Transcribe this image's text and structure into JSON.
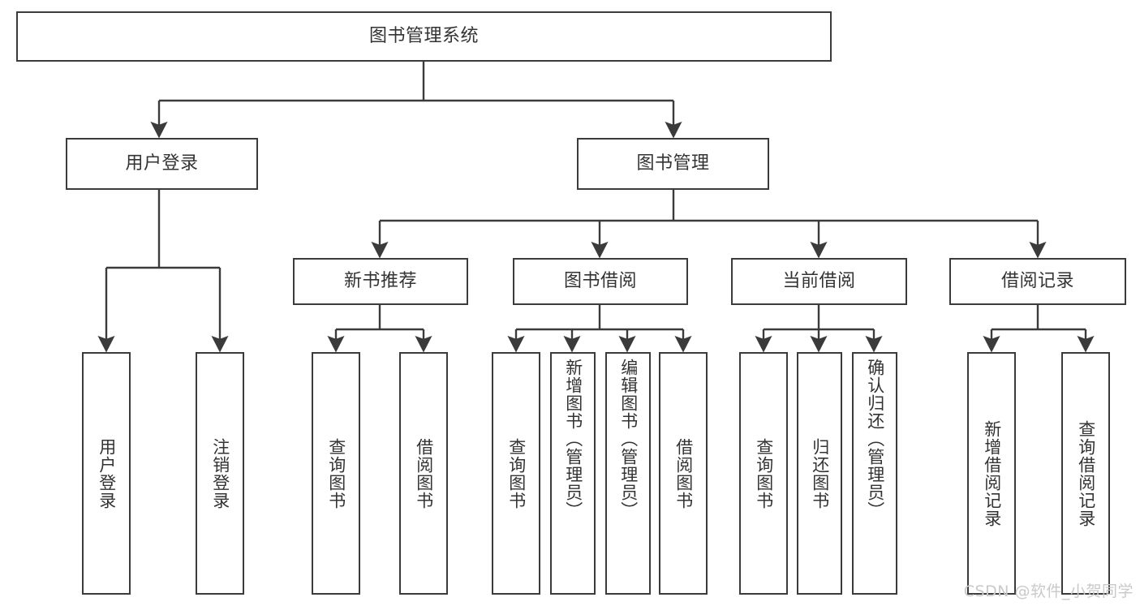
{
  "diagram": {
    "title": "图书管理系统",
    "type": "tree-hierarchy-chart",
    "watermark": "CSDN @软件_小贺同学",
    "colors": {
      "border": "#3b3b3b",
      "text": "#333333",
      "background": "#ffffff",
      "watermark": "#c9c9c9"
    },
    "root": {
      "label": "图书管理系统"
    },
    "level2": [
      {
        "label": "用户登录"
      },
      {
        "label": "图书管理"
      }
    ],
    "level3": [
      {
        "label": "新书推荐"
      },
      {
        "label": "图书借阅"
      },
      {
        "label": "当前借阅"
      },
      {
        "label": "借阅记录"
      }
    ],
    "leaves": {
      "user_login": [
        {
          "label": "用户登录"
        },
        {
          "label": "注销登录"
        }
      ],
      "new_book_recommend": [
        {
          "label": "查询图书"
        },
        {
          "label": "借阅图书"
        }
      ],
      "book_borrow": [
        {
          "label": "查询图书"
        },
        {
          "label": "新增图书（管理员）"
        },
        {
          "label": "编辑图书（管理员）"
        },
        {
          "label": "借阅图书"
        }
      ],
      "current_borrow": [
        {
          "label": "查询图书"
        },
        {
          "label": "归还图书"
        },
        {
          "label": "确认归还（管理员）"
        }
      ],
      "borrow_record": [
        {
          "label": "新增借阅记录"
        },
        {
          "label": "查询借阅记录"
        }
      ]
    }
  }
}
